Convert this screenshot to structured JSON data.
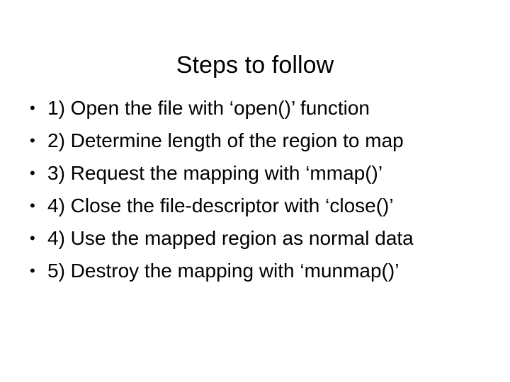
{
  "slide": {
    "title": "Steps to follow",
    "background_color": "#ffffff",
    "text_color": "#000000",
    "bullet_glyph": "•",
    "bullets": [
      {
        "marker": "•",
        "text": "1) Open the file with ‘open()’ function"
      },
      {
        "marker": "•",
        "text": "2) Determine length of the region to map"
      },
      {
        "marker": "•",
        "text": "3) Request the mapping with ‘mmap()’"
      },
      {
        "marker": "•",
        "text": "4) Close the file-descriptor with ‘close()’"
      },
      {
        "marker": "•",
        "text": "4) Use the mapped region as normal data"
      },
      {
        "marker": "•",
        "text": "5) Destroy the mapping with ‘munmap()’"
      }
    ]
  }
}
